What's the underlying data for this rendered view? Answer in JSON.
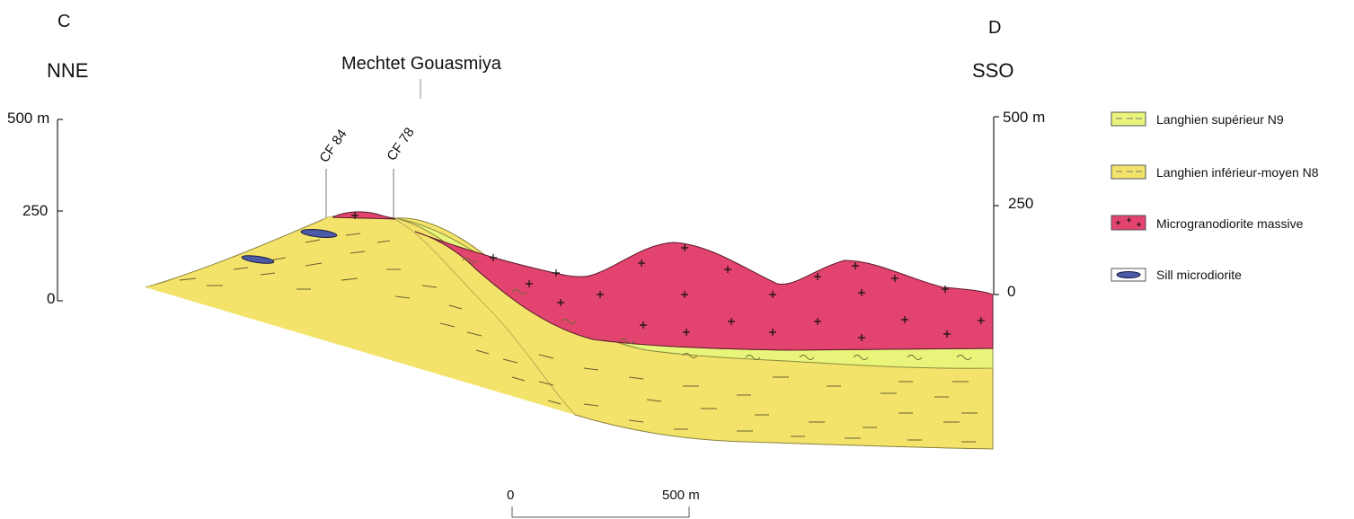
{
  "section": {
    "start_letter": "C",
    "end_letter": "D",
    "start_orientation": "NNE",
    "end_orientation": "SSO",
    "locality": "Mechtet Gouasmiya",
    "boreholes": [
      "CF 84",
      "CF 78"
    ]
  },
  "vertical_scale": {
    "left": [
      "500 m",
      "250",
      "0"
    ],
    "right": [
      "500 m",
      "250",
      "0"
    ]
  },
  "horizontal_scale": {
    "start": "0",
    "end": "500 m"
  },
  "legend": [
    {
      "label": "Langhien supérieur N9",
      "color": "#e9f57a"
    },
    {
      "label": "Langhien inférieur-moyen N8",
      "color": "#f3e36a"
    },
    {
      "label": "Microgranodiorite massive",
      "color": "#e2436f"
    },
    {
      "label": "Sill microdiorite",
      "color": "#4a5aa6"
    }
  ],
  "colors": {
    "n9": "#e9f57a",
    "n8": "#f3e36a",
    "microgranodiorite": "#e2436f",
    "sill": "#4a5aa6"
  }
}
